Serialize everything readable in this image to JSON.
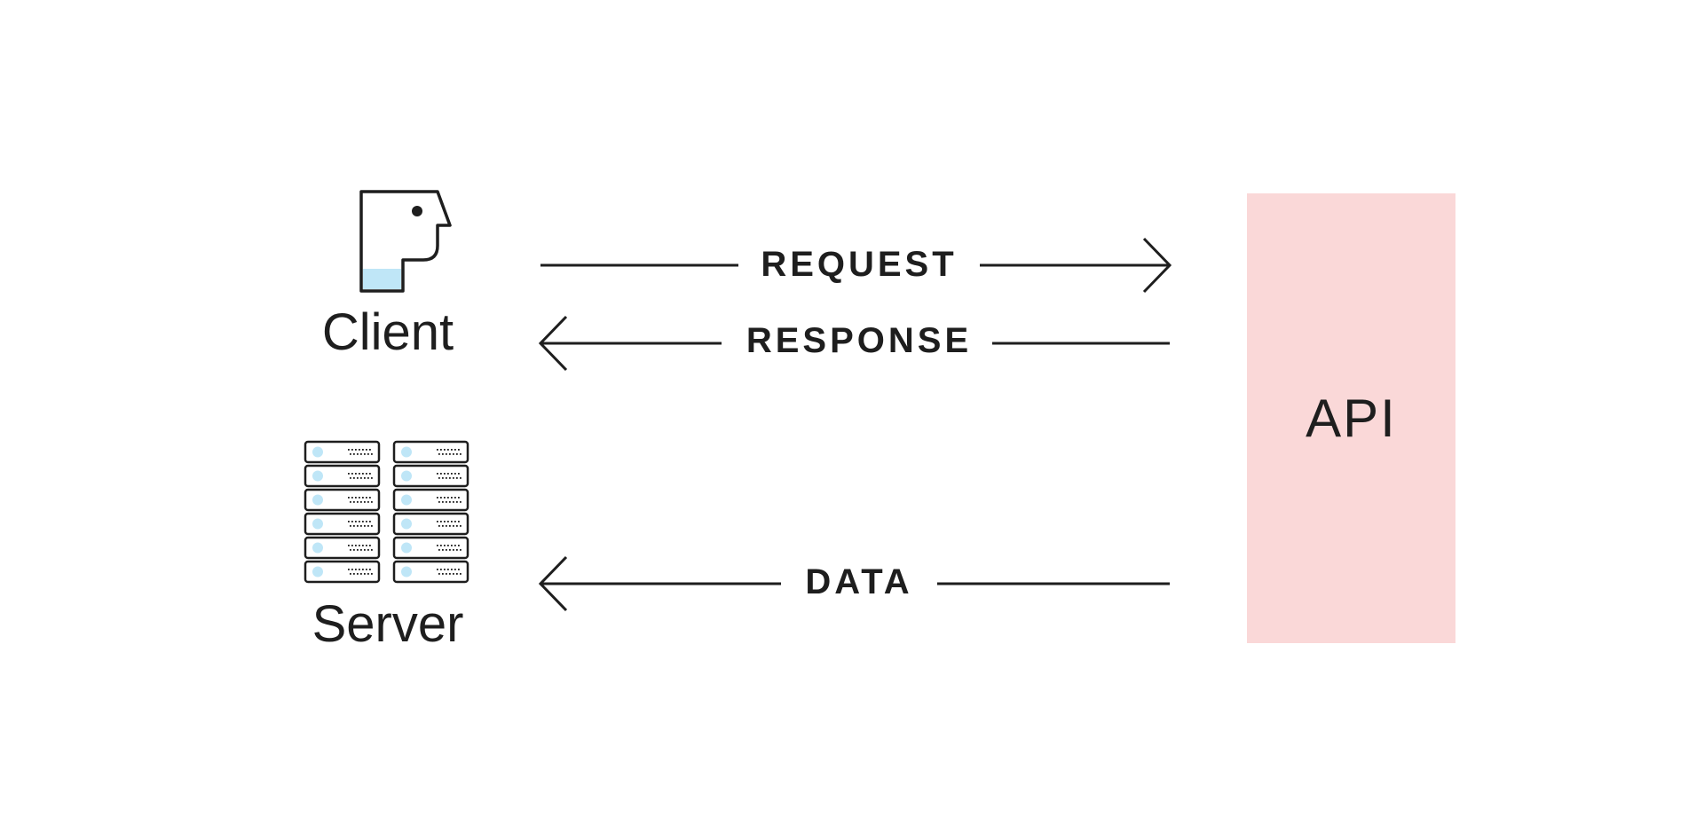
{
  "nodes": {
    "client": {
      "label": "Client",
      "icon": "person-head-icon"
    },
    "server": {
      "label": "Server",
      "icon": "server-rack-icon"
    },
    "api": {
      "label": "API"
    }
  },
  "edges": {
    "request": {
      "label": "REQUEST",
      "direction": "client-to-api"
    },
    "response": {
      "label": "RESPONSE",
      "direction": "api-to-client"
    },
    "data": {
      "label": "DATA",
      "direction": "api-to-server"
    }
  },
  "colors": {
    "ink": "#1e1e1e",
    "api_fill": "#fad8d8",
    "accent_blue": "#bfe6f7",
    "background": "#ffffff"
  }
}
